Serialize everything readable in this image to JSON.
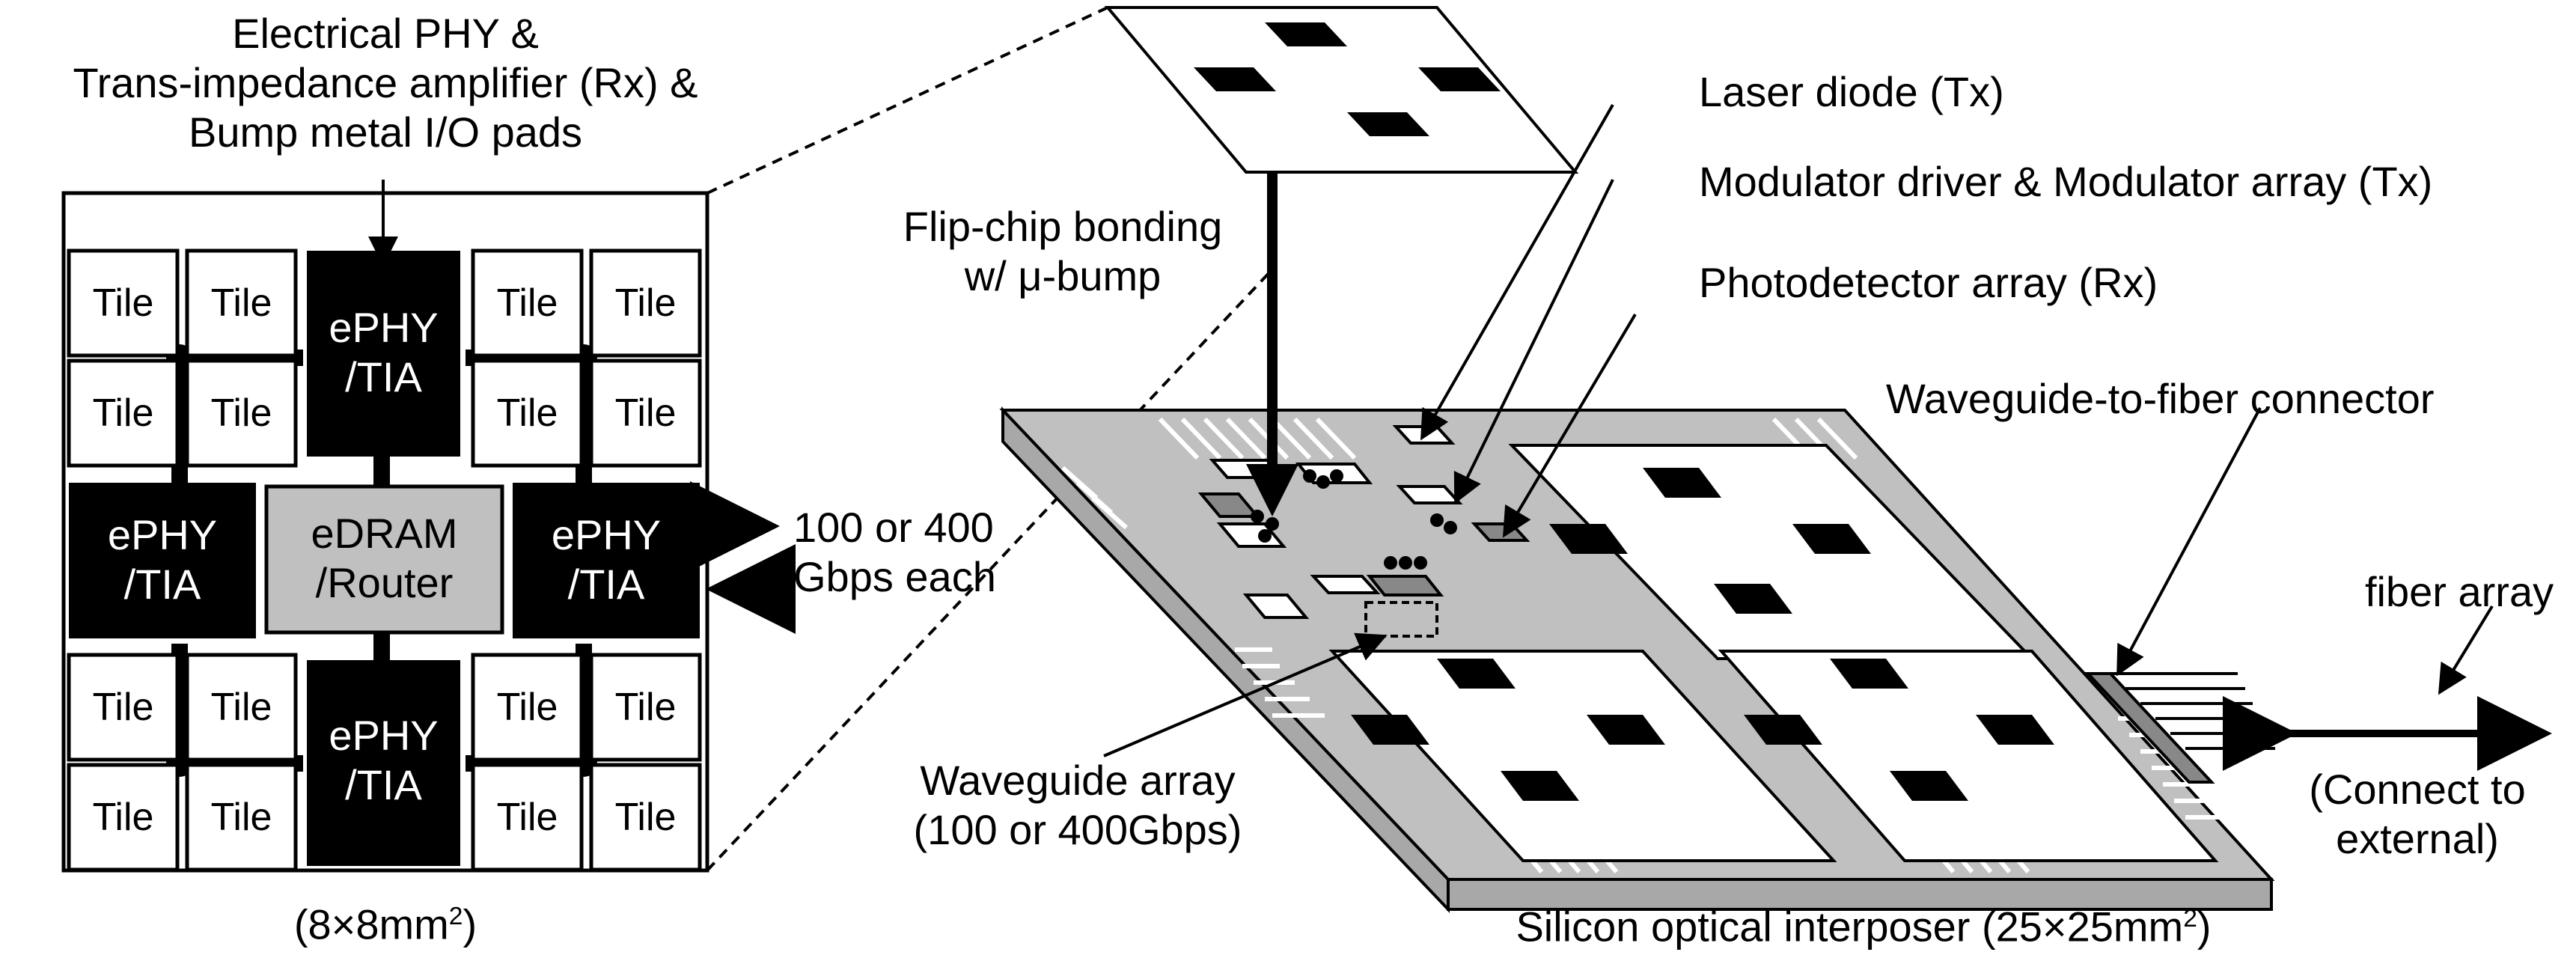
{
  "chip": {
    "title_lines": [
      "Electrical PHY &",
      "Trans-impedance amplifier (Rx) &",
      "Bump metal I/O pads"
    ],
    "tile_label": "Tile",
    "ephy_line1": "ePHY",
    "ephy_line2": "/TIA",
    "edram_line1": "eDRAM",
    "edram_line2": "/Router",
    "bandwidth_line1": "100 or 400",
    "bandwidth_line2": "Gbps each",
    "size_prefix": "(8×8mm",
    "size_sup": "2",
    "size_suffix": ")"
  },
  "interposer": {
    "flip_chip_line1": "Flip-chip bonding",
    "flip_chip_line2": "w/ μ-bump",
    "laser": "Laser diode (Tx)",
    "modulator": "Modulator driver & Modulator array (Tx)",
    "photodetector": "Photodetector array (Rx)",
    "connector": "Waveguide-to-fiber connector",
    "fiber": "fiber array",
    "waveguide_line1": "Waveguide array",
    "waveguide_line2": "(100 or 400Gbps)",
    "external_line1": "(Connect to",
    "external_line2": "external)",
    "size_prefix": "Silicon optical interposer (25×25mm",
    "size_sup": "2",
    "size_suffix": ")"
  },
  "colors": {
    "ink": "#000000",
    "board": "#c0c0c0",
    "board_side": "#a8a8a8",
    "edram": "#c0c0c0",
    "paper": "#ffffff"
  }
}
